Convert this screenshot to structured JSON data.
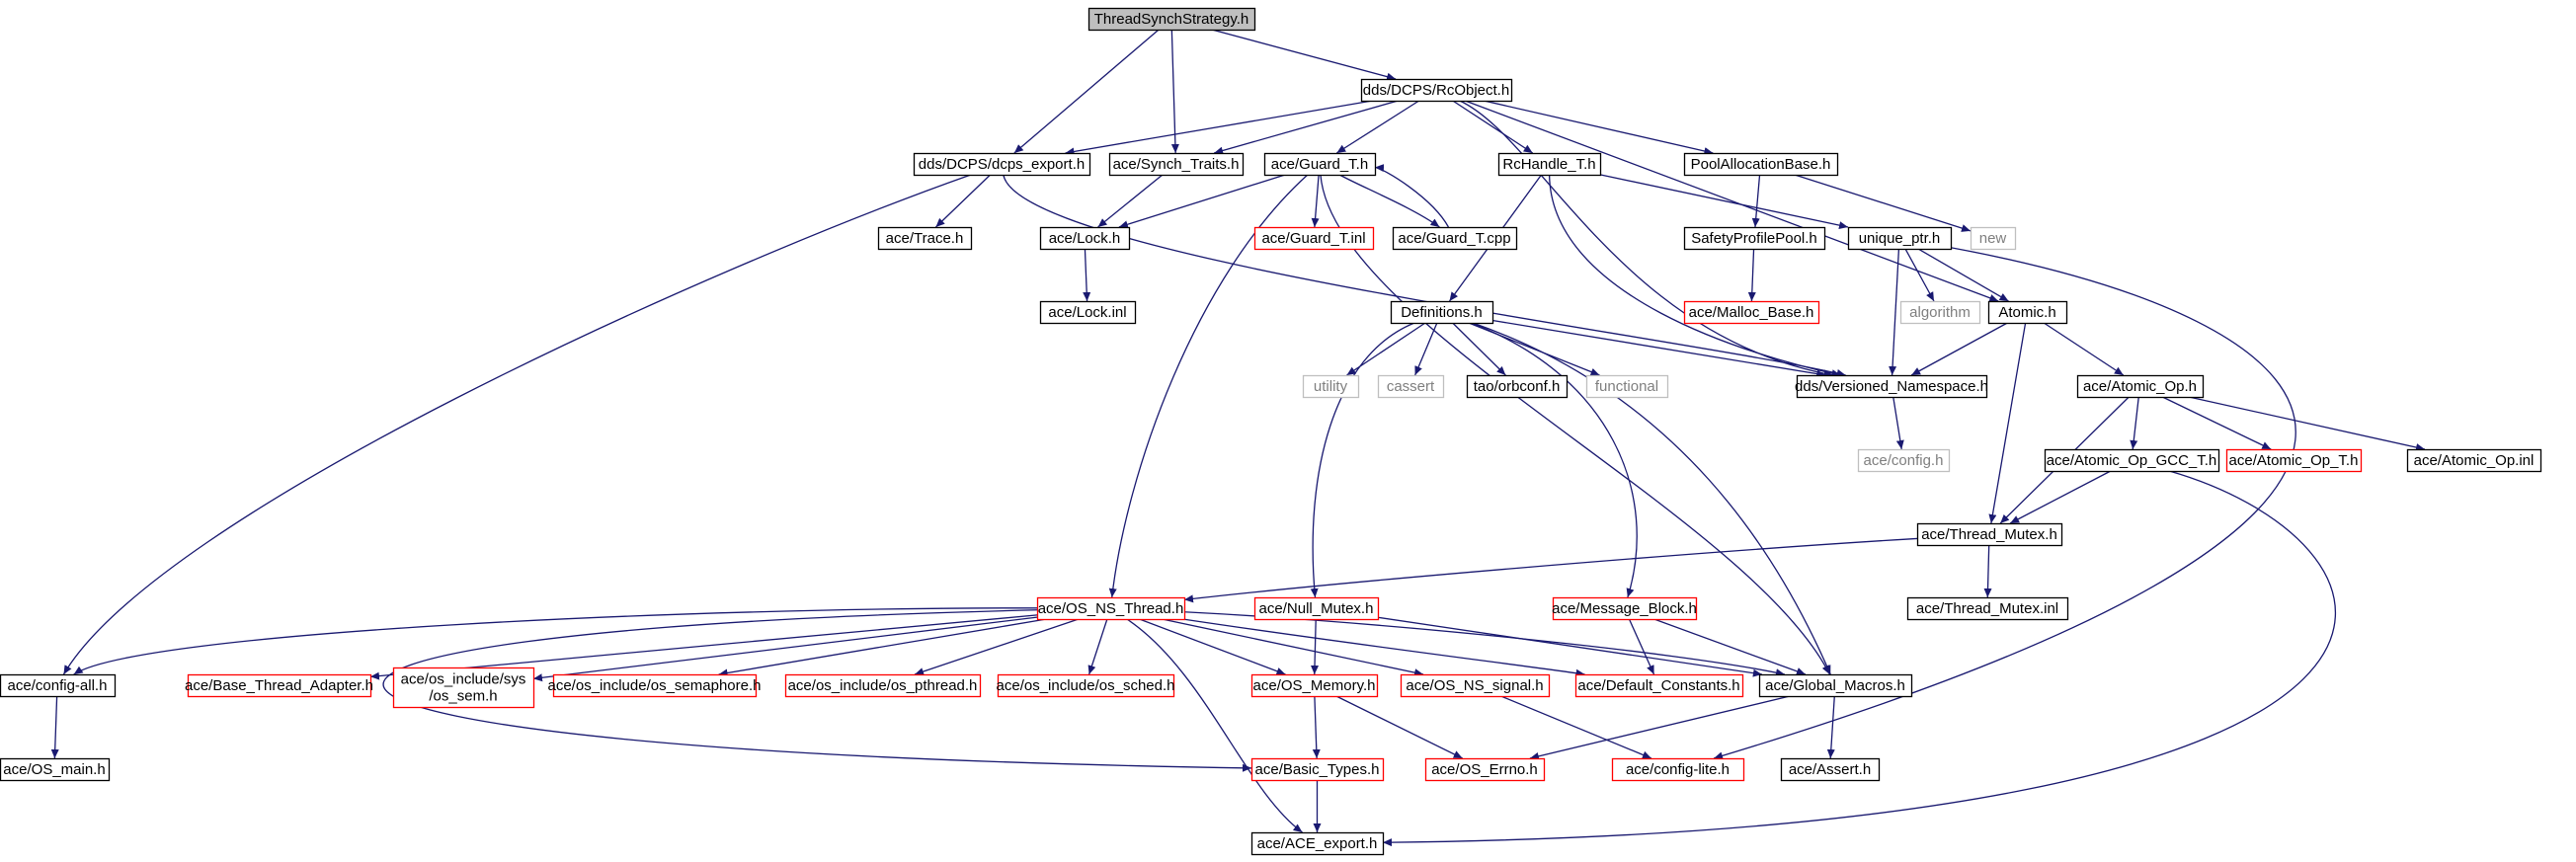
{
  "colors": {
    "edge": "#191970",
    "border_normal": "#000000",
    "border_truncated": "#ff0000",
    "border_external": "#bfbfbf",
    "fill_root": "#bfbfbf",
    "fill_normal": "#ffffff",
    "text_normal": "#000000",
    "text_external": "#7f7f7f"
  },
  "nodes": [
    {
      "id": "n0",
      "label": "ThreadSynchStrategy.h",
      "kind": "root"
    },
    {
      "id": "n1",
      "label": "dds/DCPS/RcObject.h",
      "kind": "normal"
    },
    {
      "id": "n2",
      "label": "dds/DCPS/dcps_export.h",
      "kind": "normal"
    },
    {
      "id": "n3",
      "label": "ace/Synch_Traits.h",
      "kind": "normal"
    },
    {
      "id": "n4",
      "label": "ace/Guard_T.h",
      "kind": "normal"
    },
    {
      "id": "n5",
      "label": "RcHandle_T.h",
      "kind": "normal"
    },
    {
      "id": "n6",
      "label": "PoolAllocationBase.h",
      "kind": "normal"
    },
    {
      "id": "n7",
      "label": "ace/Trace.h",
      "kind": "normal"
    },
    {
      "id": "n8",
      "label": "ace/Lock.h",
      "kind": "normal"
    },
    {
      "id": "n9",
      "label": "ace/Guard_T.inl",
      "kind": "truncated"
    },
    {
      "id": "n10",
      "label": "ace/Guard_T.cpp",
      "kind": "normal"
    },
    {
      "id": "n11",
      "label": "unique_ptr.h",
      "kind": "normal"
    },
    {
      "id": "n12",
      "label": "SafetyProfilePool.h",
      "kind": "normal"
    },
    {
      "id": "n13",
      "label": "new",
      "kind": "external"
    },
    {
      "id": "n14",
      "label": "ace/Lock.inl",
      "kind": "normal"
    },
    {
      "id": "n15",
      "label": "ace/Malloc_Base.h",
      "kind": "truncated"
    },
    {
      "id": "n16",
      "label": "Definitions.h",
      "kind": "normal"
    },
    {
      "id": "n17",
      "label": "algorithm",
      "kind": "external"
    },
    {
      "id": "n18",
      "label": "Atomic.h",
      "kind": "normal"
    },
    {
      "id": "n19",
      "label": "utility",
      "kind": "external"
    },
    {
      "id": "n20",
      "label": "cassert",
      "kind": "external"
    },
    {
      "id": "n21",
      "label": "tao/orbconf.h",
      "kind": "normal"
    },
    {
      "id": "n22",
      "label": "functional",
      "kind": "external"
    },
    {
      "id": "n23",
      "label": "dds/Versioned_Namespace.h",
      "kind": "normal"
    },
    {
      "id": "n24",
      "label": "ace/Atomic_Op.h",
      "kind": "normal"
    },
    {
      "id": "n25",
      "label": "ace/config.h",
      "kind": "external"
    },
    {
      "id": "n26",
      "label": "ace/Atomic_Op_GCC_T.h",
      "kind": "normal"
    },
    {
      "id": "n27",
      "label": "ace/Atomic_Op_T.h",
      "kind": "truncated"
    },
    {
      "id": "n28",
      "label": "ace/Atomic_Op.inl",
      "kind": "normal"
    },
    {
      "id": "n29",
      "label": "ace/Thread_Mutex.h",
      "kind": "normal"
    },
    {
      "id": "n30",
      "label": "ace/Thread_Mutex.inl",
      "kind": "normal"
    },
    {
      "id": "n31",
      "label": "ace/OS_NS_Thread.h",
      "kind": "truncated"
    },
    {
      "id": "n32",
      "label": "ace/Null_Mutex.h",
      "kind": "truncated"
    },
    {
      "id": "n33",
      "label": "ace/Message_Block.h",
      "kind": "truncated"
    },
    {
      "id": "n34",
      "label": "ace/config-all.h",
      "kind": "normal"
    },
    {
      "id": "n35",
      "label": "ace/Base_Thread_Adapter.h",
      "kind": "truncated"
    },
    {
      "id": "n36",
      "label": "ace/os_include/sys\n/os_sem.h",
      "kind": "truncated"
    },
    {
      "id": "n37",
      "label": "ace/os_include/os_semaphore.h",
      "kind": "truncated"
    },
    {
      "id": "n38",
      "label": "ace/os_include/os_pthread.h",
      "kind": "truncated"
    },
    {
      "id": "n39",
      "label": "ace/os_include/os_sched.h",
      "kind": "truncated"
    },
    {
      "id": "n40",
      "label": "ace/OS_Memory.h",
      "kind": "truncated"
    },
    {
      "id": "n41",
      "label": "ace/OS_NS_signal.h",
      "kind": "truncated"
    },
    {
      "id": "n42",
      "label": "ace/Default_Constants.h",
      "kind": "truncated"
    },
    {
      "id": "n43",
      "label": "ace/Global_Macros.h",
      "kind": "normal"
    },
    {
      "id": "n44",
      "label": "ace/OS_main.h",
      "kind": "normal"
    },
    {
      "id": "n45",
      "label": "ace/Basic_Types.h",
      "kind": "truncated"
    },
    {
      "id": "n46",
      "label": "ace/OS_Errno.h",
      "kind": "truncated"
    },
    {
      "id": "n47",
      "label": "ace/config-lite.h",
      "kind": "truncated"
    },
    {
      "id": "n48",
      "label": "ace/Assert.h",
      "kind": "normal"
    },
    {
      "id": "n49",
      "label": "ace/ACE_export.h",
      "kind": "normal"
    }
  ],
  "edges": [
    [
      "n0",
      "n1"
    ],
    [
      "n0",
      "n2"
    ],
    [
      "n0",
      "n3"
    ],
    [
      "n1",
      "n2"
    ],
    [
      "n1",
      "n3"
    ],
    [
      "n1",
      "n4"
    ],
    [
      "n1",
      "n5"
    ],
    [
      "n1",
      "n6"
    ],
    [
      "n1",
      "n23"
    ],
    [
      "n1",
      "n18"
    ],
    [
      "n2",
      "n7"
    ],
    [
      "n2",
      "n23"
    ],
    [
      "n2",
      "n34"
    ],
    [
      "n3",
      "n8"
    ],
    [
      "n4",
      "n8"
    ],
    [
      "n4",
      "n9"
    ],
    [
      "n4",
      "n10"
    ],
    [
      "n4",
      "n31"
    ],
    [
      "n4",
      "n43"
    ],
    [
      "n10",
      "n4"
    ],
    [
      "n8",
      "n14"
    ],
    [
      "n5",
      "n11"
    ],
    [
      "n5",
      "n16"
    ],
    [
      "n5",
      "n23"
    ],
    [
      "n6",
      "n12"
    ],
    [
      "n6",
      "n13"
    ],
    [
      "n12",
      "n15"
    ],
    [
      "n11",
      "n17"
    ],
    [
      "n11",
      "n18"
    ],
    [
      "n11",
      "n23"
    ],
    [
      "n11",
      "n47"
    ],
    [
      "n16",
      "n19"
    ],
    [
      "n16",
      "n20"
    ],
    [
      "n16",
      "n21"
    ],
    [
      "n16",
      "n22"
    ],
    [
      "n16",
      "n23"
    ],
    [
      "n16",
      "n32"
    ],
    [
      "n16",
      "n33"
    ],
    [
      "n16",
      "n43"
    ],
    [
      "n18",
      "n23"
    ],
    [
      "n18",
      "n24"
    ],
    [
      "n18",
      "n29"
    ],
    [
      "n23",
      "n25"
    ],
    [
      "n24",
      "n26"
    ],
    [
      "n24",
      "n27"
    ],
    [
      "n24",
      "n28"
    ],
    [
      "n24",
      "n29"
    ],
    [
      "n26",
      "n29"
    ],
    [
      "n26",
      "n49"
    ],
    [
      "n29",
      "n30"
    ],
    [
      "n29",
      "n31"
    ],
    [
      "n31",
      "n34"
    ],
    [
      "n31",
      "n35"
    ],
    [
      "n31",
      "n36"
    ],
    [
      "n31",
      "n37"
    ],
    [
      "n31",
      "n38"
    ],
    [
      "n31",
      "n39"
    ],
    [
      "n31",
      "n40"
    ],
    [
      "n31",
      "n41"
    ],
    [
      "n31",
      "n42"
    ],
    [
      "n31",
      "n43"
    ],
    [
      "n31",
      "n45"
    ],
    [
      "n31",
      "n49"
    ],
    [
      "n32",
      "n40"
    ],
    [
      "n32",
      "n43"
    ],
    [
      "n33",
      "n42"
    ],
    [
      "n33",
      "n43"
    ],
    [
      "n34",
      "n44"
    ],
    [
      "n40",
      "n45"
    ],
    [
      "n40",
      "n46"
    ],
    [
      "n41",
      "n47"
    ],
    [
      "n43",
      "n46"
    ],
    [
      "n43",
      "n48"
    ],
    [
      "n45",
      "n49"
    ]
  ]
}
